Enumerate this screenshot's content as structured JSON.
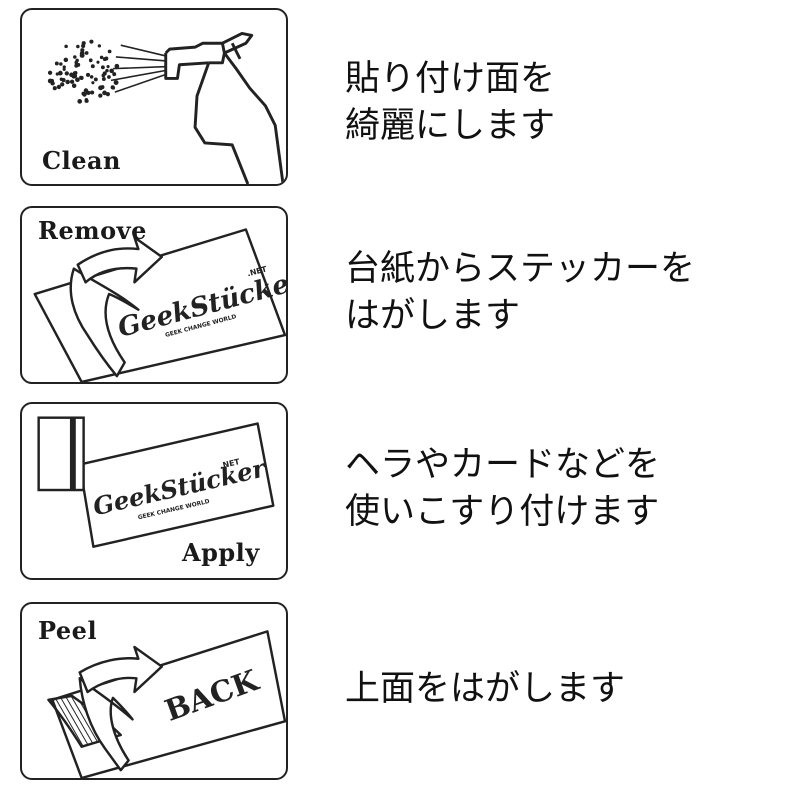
{
  "steps": [
    {
      "panel_label": "Clean",
      "text_lines": [
        "貼り付け面を",
        "綺麗にします"
      ]
    },
    {
      "panel_label": "Remove",
      "brand": "GeekStücker",
      "brand_suffix": ".NET",
      "brand_tagline": "GEEK CHANGE WORLD",
      "text_lines": [
        "台紙からステッカーを",
        "はがします"
      ]
    },
    {
      "panel_label": "Apply",
      "brand": "GeekStücker",
      "brand_suffix": ".NET",
      "brand_tagline": "GEEK CHANGE WORLD",
      "text_lines": [
        "ヘラやカードなどを",
        "使いこすり付けます"
      ]
    },
    {
      "panel_label": "Peel",
      "panel_word": "BACK",
      "text_lines": [
        "上面をはがします"
      ]
    }
  ]
}
